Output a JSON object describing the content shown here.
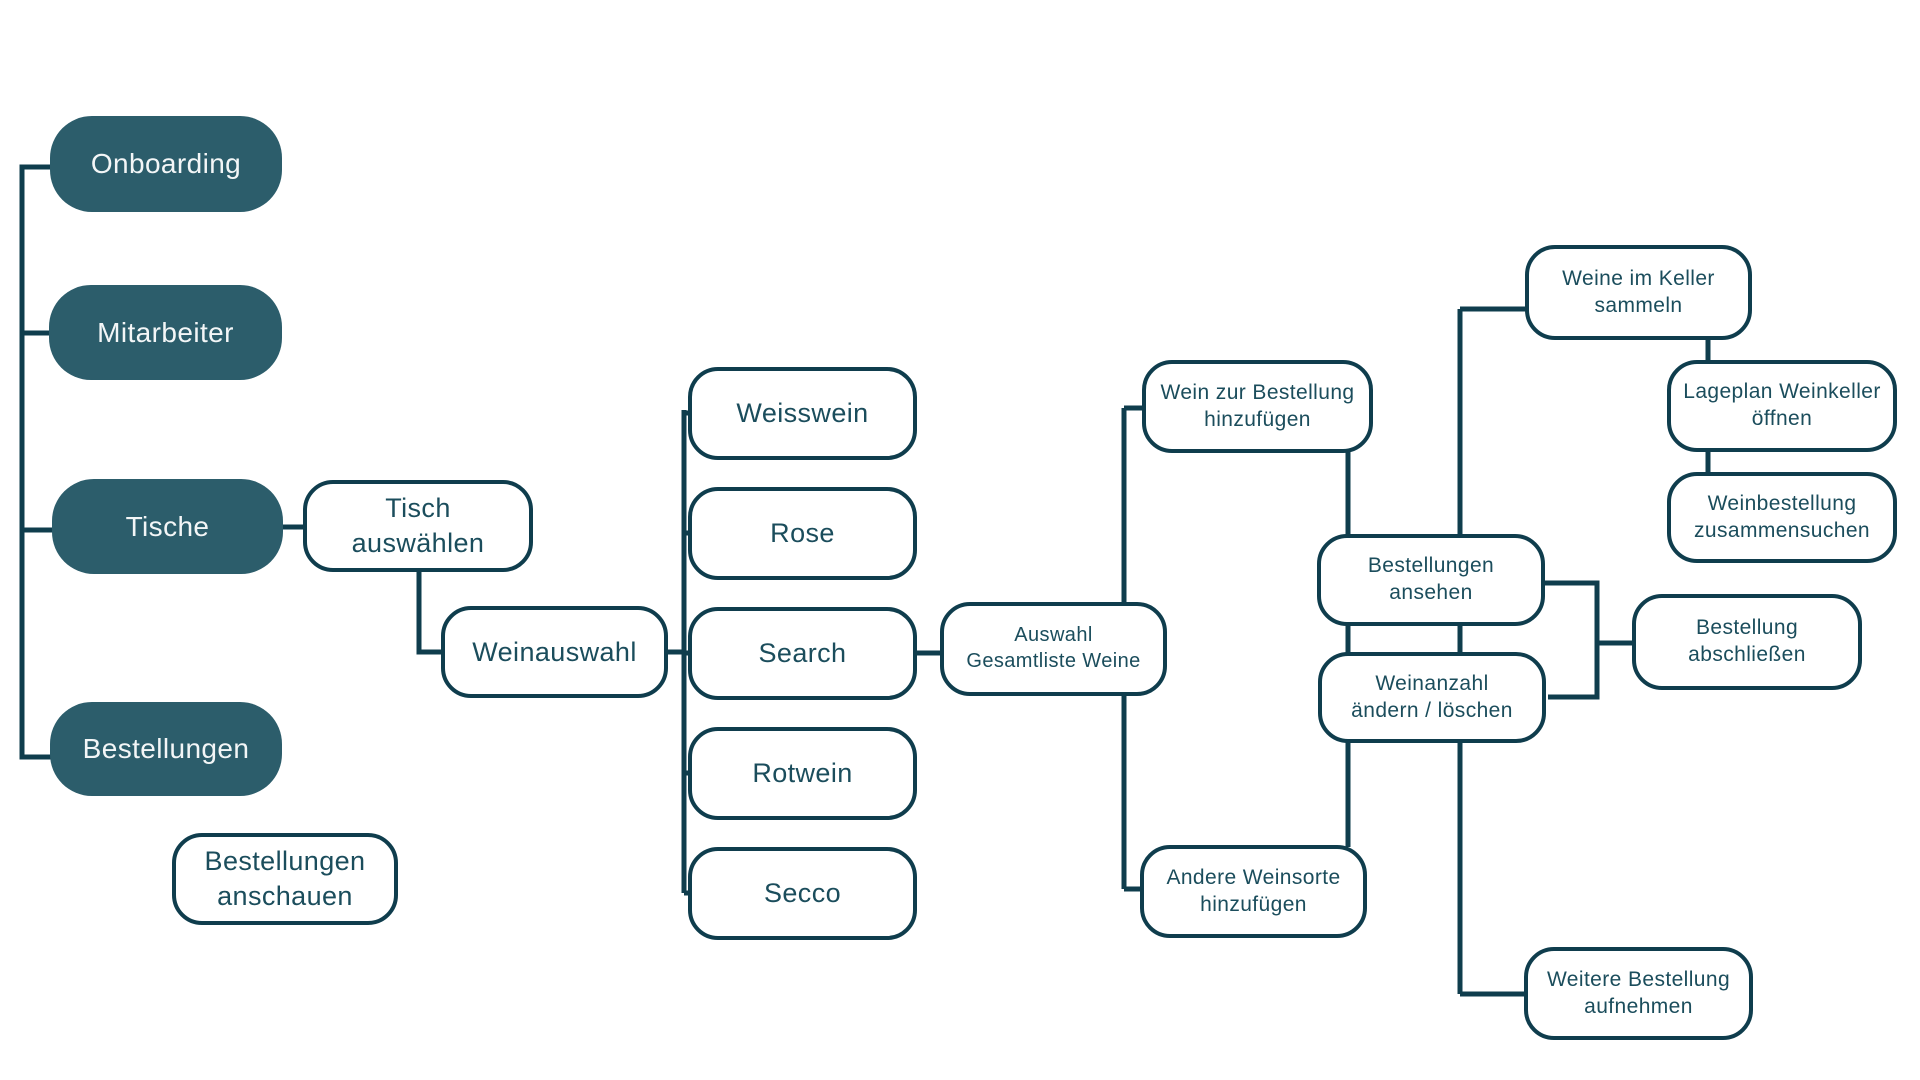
{
  "diagram": {
    "kind": "flowchart",
    "colors": {
      "background": "#ffffff",
      "filled_node_fill": "#2C5D6B",
      "filled_node_text": "#F3F6F7",
      "outline_and_connectors": "#0F3D4D",
      "outlined_node_text": "#1B4D5C"
    },
    "nodes": {
      "onboarding": {
        "label": "Onboarding",
        "style": "filled"
      },
      "mitarbeiter": {
        "label": "Mitarbeiter",
        "style": "filled"
      },
      "tische": {
        "label": "Tische",
        "style": "filled"
      },
      "bestellungen": {
        "label": "Bestellungen",
        "style": "filled"
      },
      "bestellungen_anschauen": {
        "label": [
          "Bestellungen",
          "anschauen"
        ],
        "style": "outlined"
      },
      "tisch_auswaehlen": {
        "label": [
          "Tisch",
          "auswählen"
        ],
        "style": "outlined"
      },
      "weinauswahl": {
        "label": "Weinauswahl",
        "style": "outlined"
      },
      "weisswein": {
        "label": "Weisswein",
        "style": "outlined"
      },
      "rose": {
        "label": "Rose",
        "style": "outlined"
      },
      "search": {
        "label": "Search",
        "style": "outlined"
      },
      "rotwein": {
        "label": "Rotwein",
        "style": "outlined"
      },
      "secco": {
        "label": "Secco",
        "style": "outlined"
      },
      "auswahl_gesamtliste": {
        "label": [
          "Auswahl",
          "Gesamtliste Weine"
        ],
        "style": "outlined"
      },
      "wein_zur_bestellung": {
        "label": [
          "Wein zur Bestellung",
          "hinzufügen"
        ],
        "style": "outlined"
      },
      "andere_weinsorte": {
        "label": [
          "Andere Weinsorte",
          "hinzufügen"
        ],
        "style": "outlined"
      },
      "bestellungen_ansehen": {
        "label": [
          "Bestellungen",
          "ansehen"
        ],
        "style": "outlined"
      },
      "weinanzahl_aendern": {
        "label": [
          "Weinanzahl",
          "ändern / löschen"
        ],
        "style": "outlined"
      },
      "weine_im_keller": {
        "label": [
          "Weine im Keller",
          "sammeln"
        ],
        "style": "outlined"
      },
      "lageplan_weinkeller": {
        "label": [
          "Lageplan Weinkeller",
          "öffnen"
        ],
        "style": "outlined"
      },
      "weinbestellung_zusammensuchen": {
        "label": [
          "Weinbestellung",
          "zusammensuchen"
        ],
        "style": "outlined"
      },
      "bestellung_abschliessen": {
        "label": [
          "Bestellung",
          "abschließen"
        ],
        "style": "outlined"
      },
      "weitere_bestellung": {
        "label": [
          "Weitere Bestellung",
          "aufnehmen"
        ],
        "style": "outlined"
      }
    }
  }
}
